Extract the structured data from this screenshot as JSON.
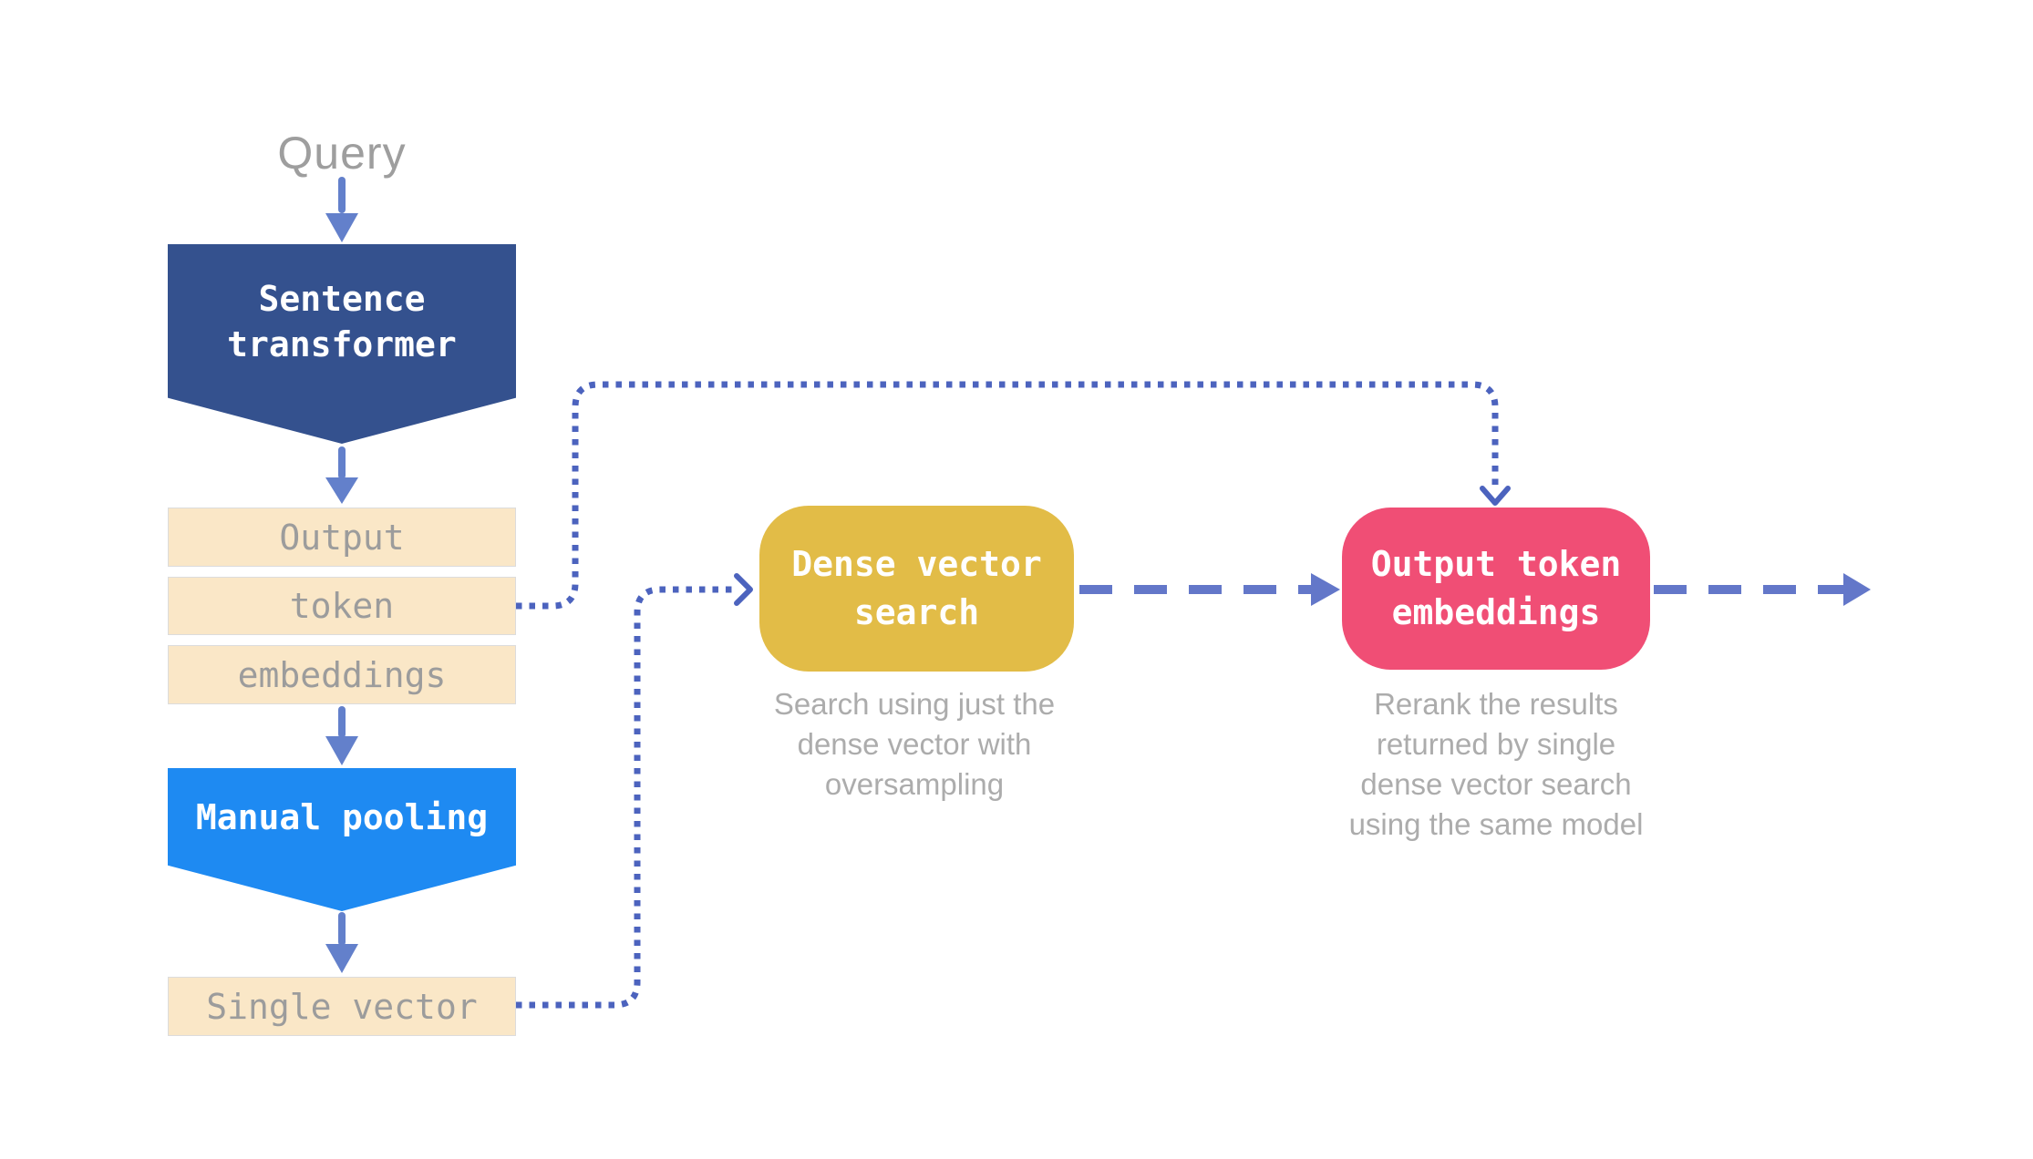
{
  "diagram": {
    "query_label": "Query",
    "sentence_transformer": {
      "lines": [
        "Sentence",
        "transformer"
      ]
    },
    "output_stack": [
      "Output",
      "token",
      "embeddings"
    ],
    "manual_pooling": {
      "label": "Manual pooling"
    },
    "single_vector": {
      "label": "Single vector"
    },
    "dense_search": {
      "lines": [
        "Dense vector",
        "search"
      ],
      "caption": [
        "Search using just the",
        "dense vector with",
        "oversampling"
      ]
    },
    "rerank": {
      "lines": [
        "Output token",
        "embeddings"
      ],
      "caption": [
        "Rerank the results",
        "returned by single",
        "dense vector search",
        "using the same model"
      ]
    },
    "colors": {
      "sentence_transformer_fill": "#34518E",
      "manual_pooling_fill": "#1E8AF2",
      "cream_box_fill": "#FAE7C7",
      "dense_search_fill": "#E2BC47",
      "rerank_fill": "#F04E75",
      "solid_arrow": "#6380CB",
      "dotted_connector": "#4C63BE",
      "dashed_connector": "#6377C9",
      "query_text": "#9E9E9E",
      "cream_text": "#9C9C9C",
      "caption_text": "#ACACAC",
      "node_text": "#FFFFFF"
    }
  }
}
